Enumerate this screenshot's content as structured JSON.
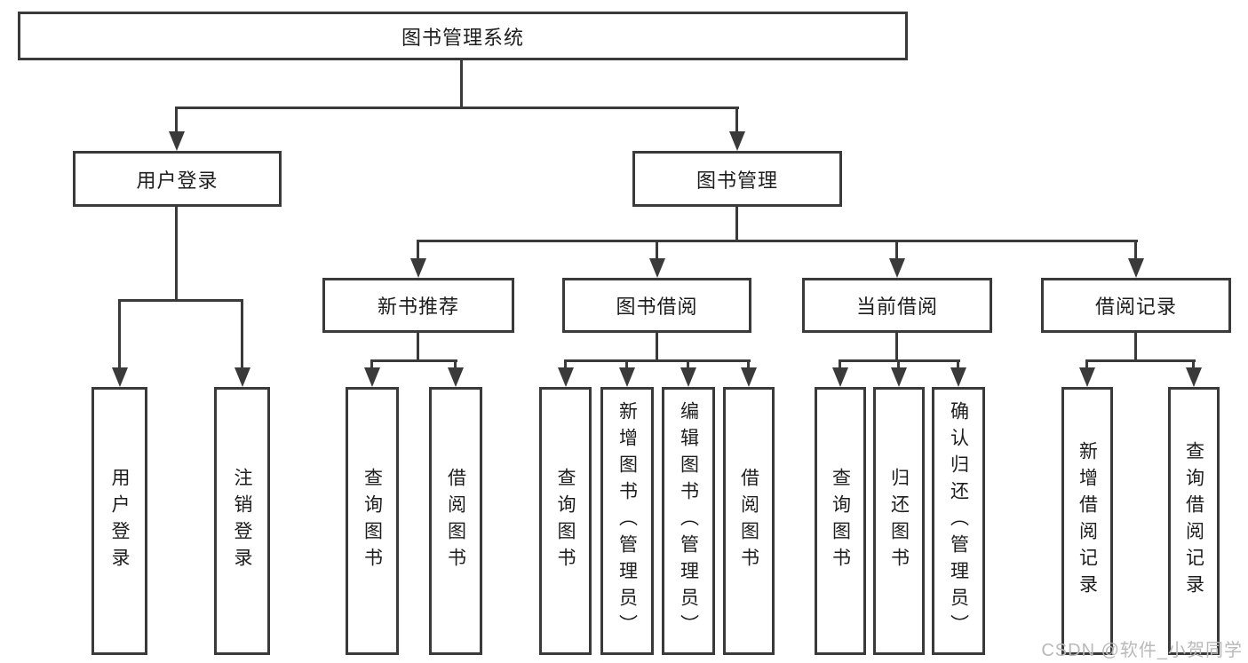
{
  "tree": {
    "label": "图书管理系统",
    "children": [
      {
        "label": "用户登录",
        "children": [
          {
            "label": "用户登录"
          },
          {
            "label": "注销登录"
          }
        ]
      },
      {
        "label": "图书管理",
        "children": [
          {
            "label": "新书推荐",
            "children": [
              {
                "label": "查询图书"
              },
              {
                "label": "借阅图书"
              }
            ]
          },
          {
            "label": "图书借阅",
            "children": [
              {
                "label": "查询图书"
              },
              {
                "label": "新增图书（管理员）"
              },
              {
                "label": "编辑图书（管理员）"
              },
              {
                "label": "借阅图书"
              }
            ]
          },
          {
            "label": "当前借阅",
            "children": [
              {
                "label": "查询图书"
              },
              {
                "label": "归还图书"
              },
              {
                "label": "确认归还（管理员）"
              }
            ]
          },
          {
            "label": "借阅记录",
            "children": [
              {
                "label": "新增借阅记录"
              },
              {
                "label": "查询借阅记录"
              }
            ]
          }
        ]
      }
    ]
  },
  "watermark": {
    "text": "CSDN @软件_小贺同学"
  },
  "colors": {
    "line": "#3a3a3a",
    "box_border": "#3a3a3a",
    "text": "#1d1d1d",
    "watermark": "#b9b9b9",
    "background": "#ffffff"
  }
}
